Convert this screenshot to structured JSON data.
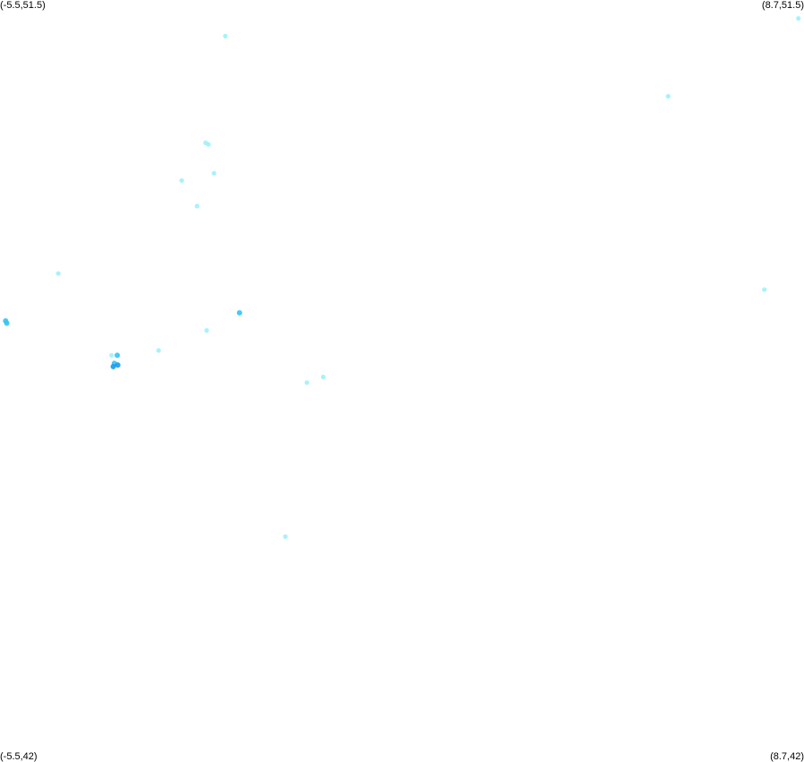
{
  "corners": {
    "top_left": "(-5.5,51.5)",
    "top_right": "(8.7,51.5)",
    "bottom_left": "(-5.5,42)",
    "bottom_right": "(8.7,42)"
  },
  "colors": {
    "light": "#99f0fa",
    "mid": "#33c4f5",
    "dark": "#1a9be8"
  },
  "chart_data": {
    "type": "scatter",
    "xlim": [
      -5.5,
      8.7
    ],
    "ylim": [
      42,
      51.5
    ],
    "points": [
      {
        "lon": -1.52,
        "lat": 51.05,
        "level": "light"
      },
      {
        "lon": 8.6,
        "lat": 51.27,
        "level": "light"
      },
      {
        "lon": 6.3,
        "lat": 50.3,
        "level": "light"
      },
      {
        "lon": -1.87,
        "lat": 49.72,
        "level": "light"
      },
      {
        "lon": -1.82,
        "lat": 49.7,
        "level": "light"
      },
      {
        "lon": -1.72,
        "lat": 49.34,
        "level": "light"
      },
      {
        "lon": -2.29,
        "lat": 49.25,
        "level": "light"
      },
      {
        "lon": -2.02,
        "lat": 48.93,
        "level": "light"
      },
      {
        "lon": -4.47,
        "lat": 48.09,
        "level": "light"
      },
      {
        "lon": 8.0,
        "lat": 47.89,
        "level": "light"
      },
      {
        "lon": -1.27,
        "lat": 47.6,
        "level": "mid"
      },
      {
        "lon": -5.4,
        "lat": 47.5,
        "level": "mid"
      },
      {
        "lon": -5.38,
        "lat": 47.47,
        "level": "mid"
      },
      {
        "lon": -1.85,
        "lat": 47.38,
        "level": "light"
      },
      {
        "lon": -2.7,
        "lat": 47.13,
        "level": "light"
      },
      {
        "lon": -3.53,
        "lat": 47.07,
        "level": "light"
      },
      {
        "lon": -3.43,
        "lat": 47.07,
        "level": "mid"
      },
      {
        "lon": -3.48,
        "lat": 46.97,
        "level": "mid"
      },
      {
        "lon": -3.42,
        "lat": 46.95,
        "level": "dark"
      },
      {
        "lon": -3.5,
        "lat": 46.93,
        "level": "dark"
      },
      {
        "lon": 0.21,
        "lat": 46.8,
        "level": "light"
      },
      {
        "lon": -0.08,
        "lat": 46.73,
        "level": "light"
      },
      {
        "lon": -0.46,
        "lat": 44.81,
        "level": "light"
      }
    ]
  }
}
